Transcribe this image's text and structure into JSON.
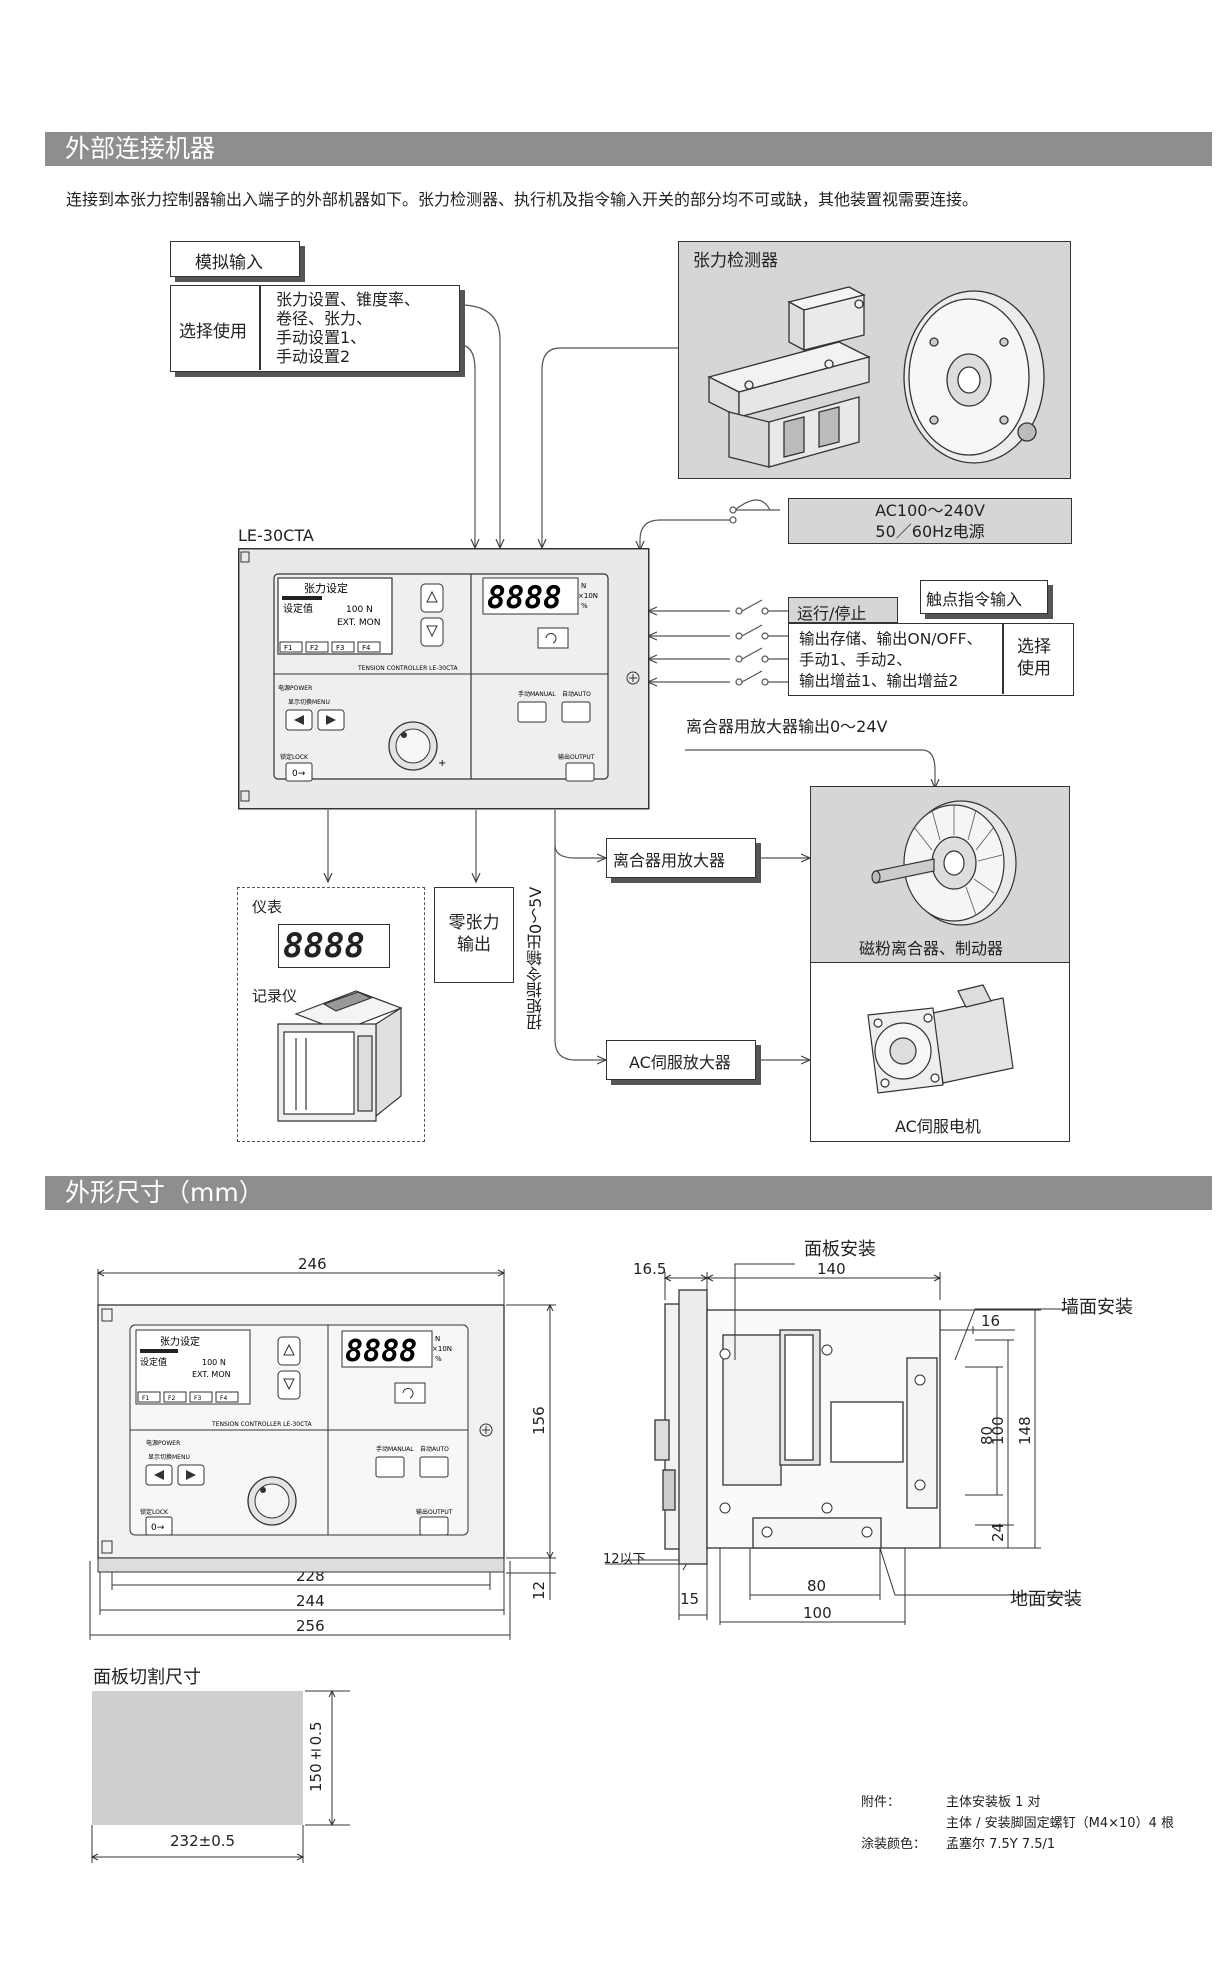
{
  "sections": {
    "external": "外部连接机器",
    "dimensions": "外形尺寸（mm）"
  },
  "intro": "连接到本张力控制器输出入端子的外部机器如下。张力检测器、执行机及指令输入开关的部分均不可或缺，其他装置视需要连接。",
  "analog_input": {
    "title": "模拟输入",
    "select_label": "选择使用",
    "items": [
      "张力设置、锥度率、",
      "卷径、张力、",
      "手动设置1、",
      "手动设置2"
    ]
  },
  "tension_detector": "张力检测器",
  "power": {
    "line1": "AC100～240V",
    "line2": "50／60Hz电源"
  },
  "model": "LE-30CTA",
  "contact_input": {
    "title": "触点指令输入",
    "run_stop": "运行/停止",
    "items": [
      "输出存储、输出ON/OFF、",
      "手动1、手动2、",
      "输出增益1、输出增益2"
    ],
    "select_label": "选择使用"
  },
  "clutch_amp_output": "离合器用放大器输出0～24V",
  "clutch_amp": "离合器用放大器",
  "servo_amp": "AC伺服放大器",
  "torque_output": "扭矩指令输出0～5V",
  "zero_tension": {
    "line1": "零张力",
    "line2": "输出"
  },
  "meter": "仪表",
  "recorder": "记录仪",
  "meter_display": "8888",
  "powder_clutch": "磁粉离合器、制动器",
  "servo_motor": "AC伺服电机",
  "panel": {
    "lcd_line1": "张力设定",
    "lcd_line2": "设定值",
    "lcd_value": "100 N",
    "lcd_line3": "EXT. MON",
    "f_keys": [
      "F1",
      "F2",
      "F3",
      "F4"
    ],
    "seven_seg": "8888",
    "units": [
      "N",
      "×10N",
      "%"
    ],
    "brand_line": "TENSION CONTROLLER LE-30CTA",
    "power_label": "电源POWER",
    "menu_label": "显示切换MENU",
    "lock_label": "锁定LOCK",
    "manual_label": "手动MANUAL",
    "auto_label": "自动AUTO",
    "output_label": "输出OUTPUT"
  },
  "front_dims": {
    "width": "246",
    "height": "156",
    "d228": "228",
    "d244": "244",
    "d256": "256",
    "d12": "12"
  },
  "side_dims": {
    "panel_mount": "面板安装",
    "wall_mount": "墙面安装",
    "floor_mount": "地面安装",
    "d16_5": "16.5",
    "d140": "140",
    "d16": "16",
    "d80": "80",
    "d100": "100",
    "d148": "148",
    "d24": "24",
    "d12_below": "12以下",
    "d15": "15",
    "d80b": "80",
    "d100b": "100"
  },
  "cutout": {
    "title": "面板切割尺寸",
    "height": "150±0.5",
    "width": "232±0.5"
  },
  "accessories": {
    "label": "附件：",
    "line1": "主体安装板 1 对",
    "line2": "主体 / 安装脚固定螺钉（M4×10）4 根",
    "paint_label": "涂装颜色：",
    "paint": "孟塞尔 7.5Y 7.5/1"
  }
}
